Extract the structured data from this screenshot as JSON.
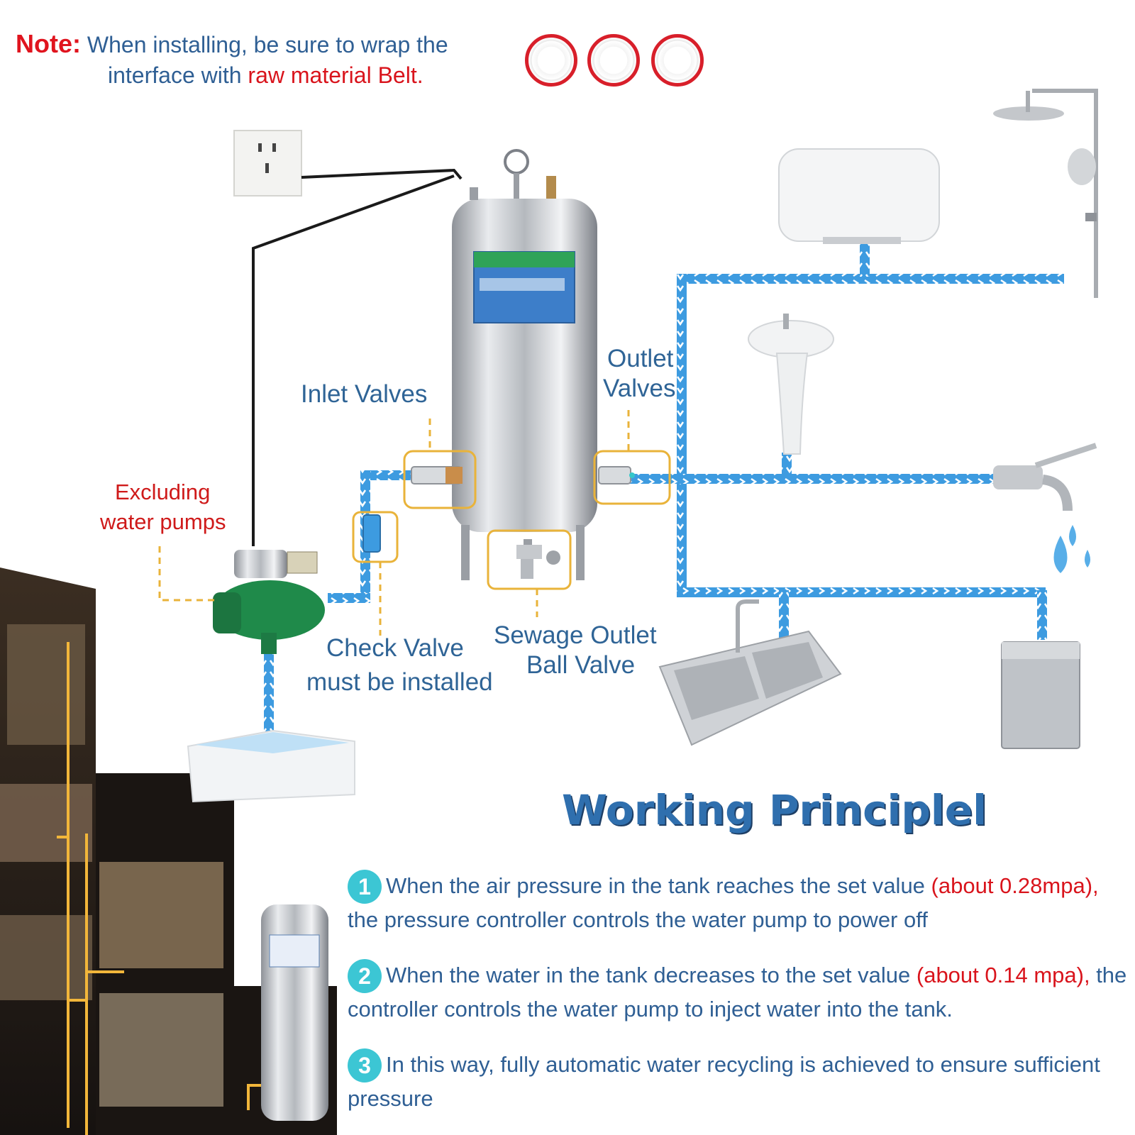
{
  "note": {
    "label": "Note:",
    "line1": "When installing, be sure to wrap the",
    "line2_pre": "interface with ",
    "line2_red": "raw material Belt",
    "line2_post": "."
  },
  "labels": {
    "inlet_valves": "Inlet Valves",
    "outlet_valves_1": "Outlet",
    "outlet_valves_2": "Valves",
    "excluding_1": "Excluding",
    "excluding_2": "water pumps",
    "check_valve_1": "Check Valve",
    "check_valve_2": "must be installed",
    "sewage_1": "Sewage Outlet",
    "sewage_2": "Ball Valve"
  },
  "principle": {
    "title": "Working Principlel",
    "steps": [
      {
        "num": "1",
        "text_a": "When the air pressure in the tank reaches the set value ",
        "text_red": "(about 0.28mpa),",
        "text_b": " the pressure controller controls the water pump to power off"
      },
      {
        "num": "2",
        "text_a": "When the water in the tank decreases to the set value ",
        "text_red": "(about 0.14 mpa),",
        "text_b": " the controller controls the water pump to inject water into the tank."
      },
      {
        "num": "3",
        "text_a": "In this way, fully automatic water recycling is achieved to ensure sufficient pressure"
      }
    ]
  },
  "colors": {
    "pipe": "#3d9be0",
    "highlight": "#e9b33a",
    "pump": "#1f8a4a",
    "tank": "#c9ccd0"
  }
}
